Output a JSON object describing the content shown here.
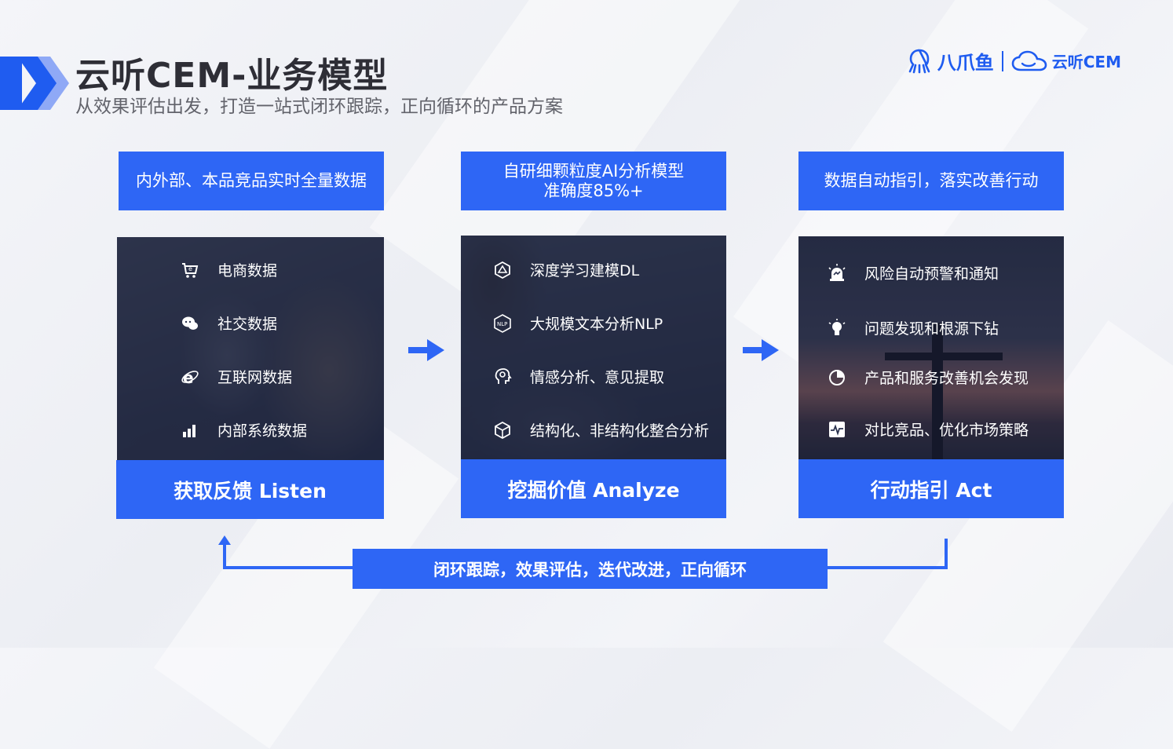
{
  "header": {
    "title": "云听CEM-业务模型",
    "subtitle": "从效果评估出发，打造一站式闭环跟踪，正向循环的产品方案"
  },
  "logo": {
    "brand1": "八爪鱼",
    "brand2": "云听CEM"
  },
  "colors": {
    "accent": "#2e66f5",
    "logo": "#1f5cf0",
    "title": "#2e2e36"
  },
  "columns": [
    {
      "top_lines": [
        "内外部、本品竞品实时全量数据"
      ],
      "items": [
        {
          "icon": "cart-icon",
          "label": "电商数据"
        },
        {
          "icon": "chat-bubble-icon",
          "label": "社交数据"
        },
        {
          "icon": "internet-explorer-icon",
          "label": "互联网数据"
        },
        {
          "icon": "bar-chart-icon",
          "label": "内部系统数据"
        }
      ],
      "footer": "获取反馈 Listen"
    },
    {
      "top_lines": [
        "自研细颗粒度AI分析模型",
        "准确度85%+"
      ],
      "items": [
        {
          "icon": "deep-learning-icon",
          "label": "深度学习建模DL"
        },
        {
          "icon": "nlp-icon",
          "label": "大规模文本分析NLP"
        },
        {
          "icon": "brain-icon",
          "label": "情感分析、意见提取"
        },
        {
          "icon": "cube-icon",
          "label": "结构化、非结构化整合分析"
        }
      ],
      "footer": "挖掘价值 Analyze"
    },
    {
      "top_lines": [
        "数据自动指引，落实改善行动"
      ],
      "items": [
        {
          "icon": "alarm-icon",
          "label": "风险自动预警和通知"
        },
        {
          "icon": "lightbulb-icon",
          "label": "问题发现和根源下钻"
        },
        {
          "icon": "pie-chart-icon",
          "label": "产品和服务改善机会发现"
        },
        {
          "icon": "pulse-chart-icon",
          "label": "对比竞品、优化市场策略"
        }
      ],
      "footer": "行动指引 Act"
    }
  ],
  "loop_label": "闭环跟踪，效果评估，迭代改进，正向循环"
}
